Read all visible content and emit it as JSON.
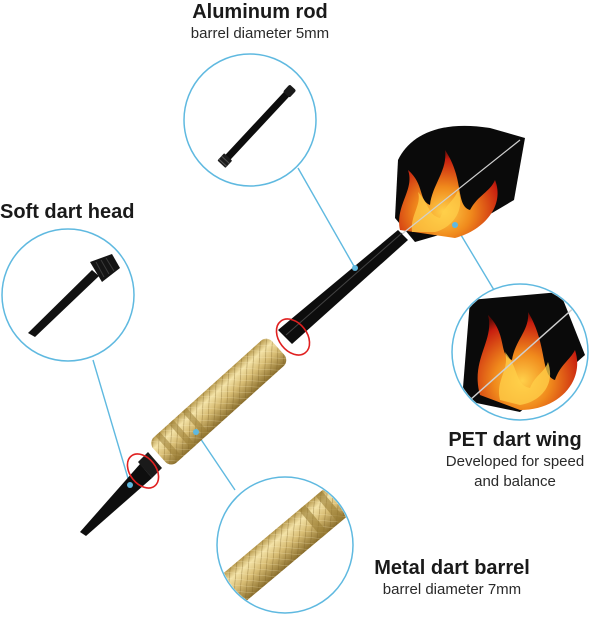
{
  "callouts": {
    "aluminum_rod": {
      "title": "Aluminum rod",
      "desc": "barrel diameter 5mm"
    },
    "soft_dart_head": {
      "title": "Soft dart head"
    },
    "pet_dart_wing": {
      "title": "PET dart wing",
      "desc_line1": "Developed for speed",
      "desc_line2": "and balance"
    },
    "metal_dart_barrel": {
      "title": "Metal dart barrel",
      "desc": "barrel diameter 7mm"
    }
  },
  "colors": {
    "callout_line": "#5fb9e0",
    "marker_ring": "#e02020",
    "shaft": "#0d0d0d",
    "barrel_gold": "#d9c07a",
    "flight_black": "#0a0a0a",
    "flame_orange": "#f08a1c",
    "flame_red": "#c81e0f"
  }
}
